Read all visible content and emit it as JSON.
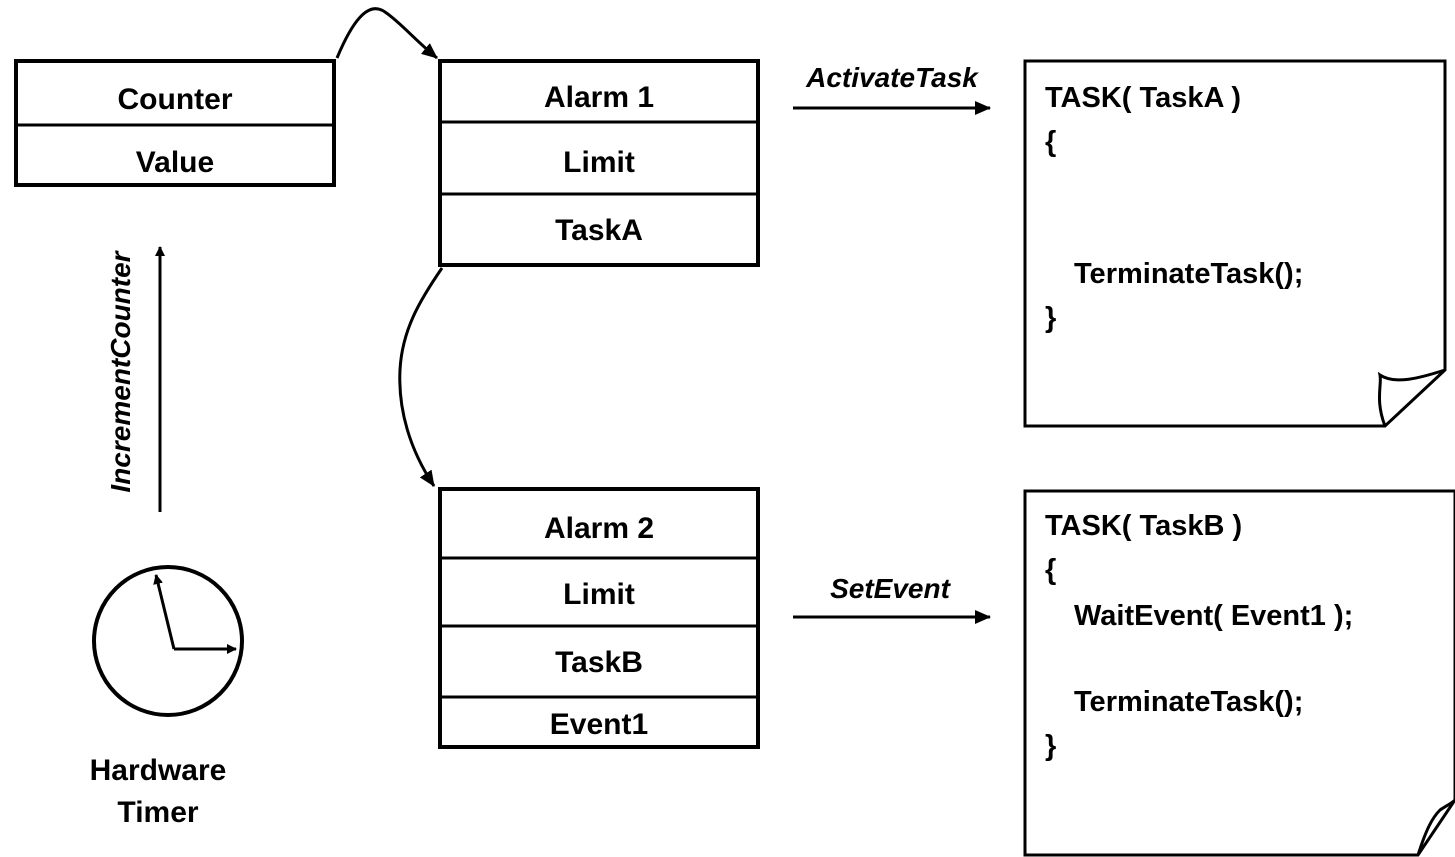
{
  "counter_box": {
    "title": "Counter",
    "field": "Value"
  },
  "alarm1": {
    "title": "Alarm 1",
    "limit": "Limit",
    "task": "TaskA"
  },
  "alarm2": {
    "title": "Alarm 2",
    "limit": "Limit",
    "task": "TaskB",
    "event": "Event1"
  },
  "timer": {
    "label_line1": "Hardware",
    "label_line2": "Timer",
    "icon": "clock-icon"
  },
  "arrows": {
    "increment": "IncrementCounter",
    "activate": "ActivateTask",
    "set_event": "SetEvent"
  },
  "task_a": {
    "line1": "TASK( TaskA )",
    "line2": "{",
    "line3": "TerminateTask();",
    "line4": "}"
  },
  "task_b": {
    "line1": "TASK( TaskB )",
    "line2": "{",
    "line3": "WaitEvent( Event1 );",
    "line4": "TerminateTask();",
    "line5": "}"
  },
  "colors": {
    "ink": "#000000",
    "background": "#ffffff"
  }
}
